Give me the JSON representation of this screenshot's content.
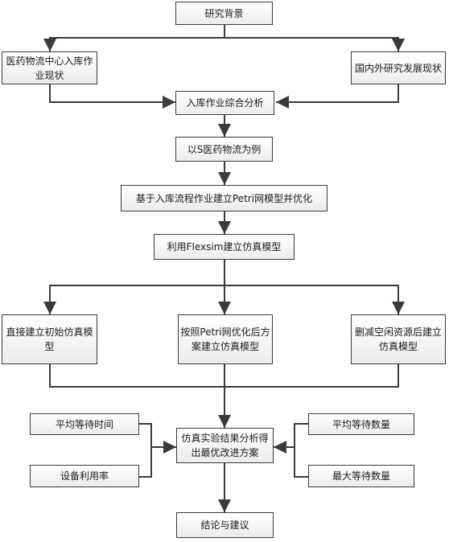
{
  "nodes": {
    "background": "研究背景",
    "pharma_status": "医药物流中心入库作业现状",
    "domestic_research": "国内外研究发展现状",
    "analysis": "入库作业综合分析",
    "example": "以S医药物流为例",
    "petri": "基于入库流程作业建立Petri网模型并优化",
    "flexsim": "利用Flexsim建立仿真模型",
    "initial_model": "直接建立初始仿真模型",
    "optimized_model": "按照Petri网优化后方案建立仿真模型",
    "idle_removed_model": "删减空闲资源后建立仿真模型",
    "avg_wait_time": "平均等待时间",
    "equip_util": "设备利用率",
    "experiment": "仿真实验结果分析得出最优改进方案",
    "avg_wait_count": "平均等待数量",
    "max_wait_count": "最大等待数量",
    "conclusion": "结论与建议"
  },
  "colors": {
    "line": "#3a3a3a",
    "box_border": "#3a3a3a",
    "box_fill_top": "#ffffff",
    "box_fill_bottom": "#ececec"
  }
}
